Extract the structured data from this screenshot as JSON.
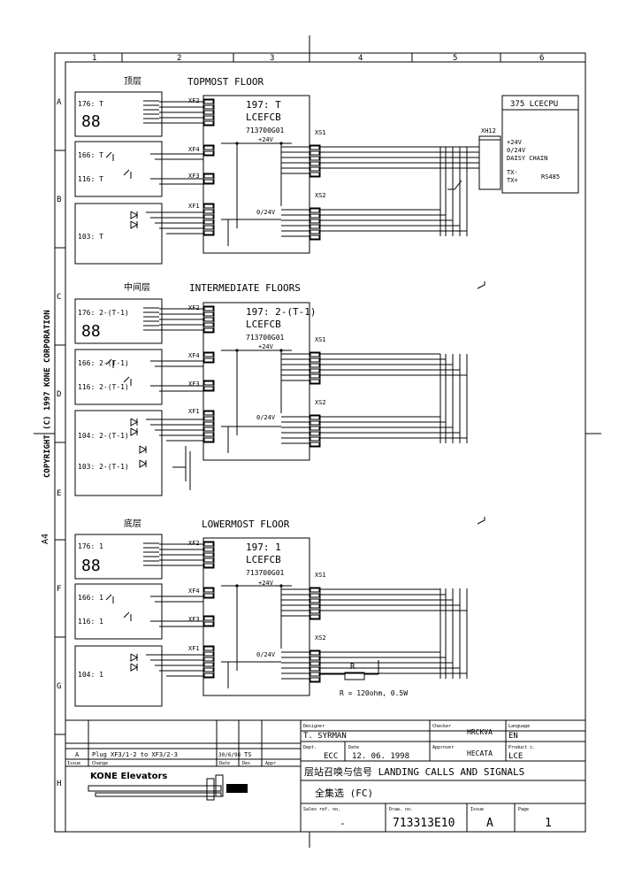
{
  "sheet": {
    "cols": [
      "1",
      "2",
      "3",
      "4",
      "5",
      "6"
    ],
    "rows": [
      "A",
      "B",
      "C",
      "D",
      "E",
      "F",
      "G",
      "H"
    ],
    "side_text": "COPYRIGHT (C) 1997 KONE CORPORATION",
    "size_mark": "A4"
  },
  "sections": {
    "top": {
      "cn": "顶层",
      "title": "TOPMOST FLOOR"
    },
    "mid": {
      "cn": "中间层",
      "title": "INTERMEDIATE FLOORS"
    },
    "low": {
      "cn": "底层",
      "title": "LOWERMOST FLOOR"
    }
  },
  "boards": {
    "top": {
      "id": "197: T",
      "name": "LCEFCB",
      "part": "713700G01"
    },
    "mid": {
      "id": "197: 2-(T-1)",
      "name": "LCEFCB",
      "part": "713700G01"
    },
    "low": {
      "id": "197: 1",
      "name": "LCEFCB",
      "part": "713700G01"
    }
  },
  "devices": {
    "top": {
      "disp": "176: T",
      "up": "166: T",
      "dn": "116: T",
      "lamp": "103: T"
    },
    "mid": {
      "disp": "176: 2-(T-1)",
      "up": "166: 2-(T-1)",
      "dn": "116: 2-(T-1)",
      "lamp1": "104: 2-(T-1)",
      "lamp2": "103: 2-(T-1)"
    },
    "low": {
      "disp": "176: 1",
      "up": "166: 1",
      "dn": "116: 1",
      "lamp": "104: 1"
    }
  },
  "connectors": {
    "xf2": "XF2",
    "xf4": "XF4",
    "xf3": "XF3",
    "xf1": "XF1",
    "xs1": "XS1",
    "xs2": "XS2",
    "p24": "+24V",
    "v024": "0/24V",
    "xh12": "XH12"
  },
  "cpu": {
    "title": "375  LCECPU",
    "sig1": "+24V",
    "sig2": "0/24V",
    "sig3": "DAISY CHAIN",
    "sig4": "TX-",
    "sig5": "TX+",
    "rs": "RS485"
  },
  "resistor": {
    "label": "R",
    "spec": "R = 120ohm, 0.5W"
  },
  "titleblock": {
    "rev_issue": "A",
    "rev_change": "Plug XF3/1-2 to XF3/2-3",
    "rev_date": "30/6/98",
    "rev_by": "TS",
    "h_issue": "Issue",
    "h_change": "Change",
    "h_date": "Date",
    "h_des": "Des",
    "h_appr": "Appr",
    "logo": "KONE Elevators",
    "lbl_designer": "Designer",
    "designer": "T. SYRMAN",
    "lbl_checker": "Checker",
    "checker": "HRCKVA",
    "lbl_language": "Language",
    "language": "EN",
    "lbl_dept": "Dept.",
    "dept": "ECC",
    "lbl_date": "Date",
    "date": "12. 06. 1998",
    "lbl_approver": "Approver",
    "approver": "HECATA",
    "lbl_product": "Product c.",
    "product": "LCE",
    "title_line1": "层站召唤与信号 LANDING CALLS AND SIGNALS",
    "title_line2": "全集选  (FC)",
    "lbl_sales": "Sales ref. no.",
    "sales": "-",
    "lbl_drawno": "Draw. no.",
    "drawno": "713313E10",
    "lbl_issue": "Issue",
    "issue": "A",
    "lbl_page": "Page",
    "page": "1"
  }
}
